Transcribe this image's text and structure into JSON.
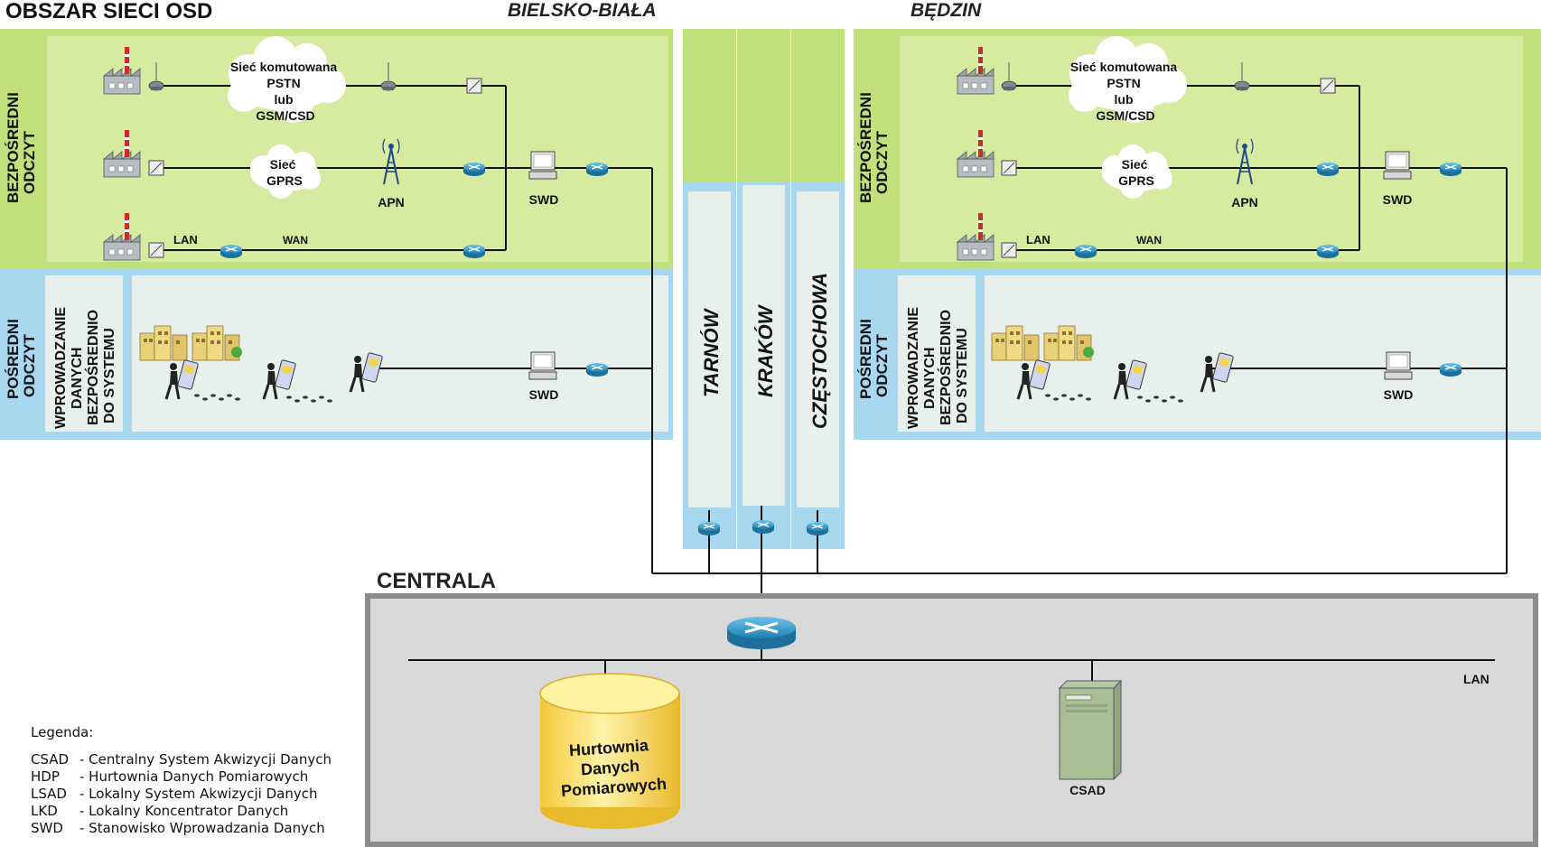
{
  "titles": {
    "main": "OBSZAR SIECI OSD",
    "left_region": "BIELSKO-BIAŁA",
    "right_region": "BĘDZIN",
    "central": "CENTRALA"
  },
  "side_labels": {
    "direct": [
      "ODCZYT",
      "BEZPOŚREDNI"
    ],
    "indirect": [
      "ODCZYT",
      "POŚREDNI"
    ],
    "manual": [
      "WPROWADZANIE",
      "DANYCH",
      "BEZPOŚREDNIO",
      "DO SYSTEMU"
    ]
  },
  "network_labels": {
    "pstn_cloud": [
      "Sieć komutowana",
      "PSTN",
      "lub",
      "GSM/CSD"
    ],
    "gprs_cloud": [
      "Sieć",
      "GPRS"
    ],
    "apn": "APN",
    "lan": "LAN",
    "wan": "WAN",
    "swd": "SWD"
  },
  "middle_regions": [
    "TARNÓW",
    "KRAKÓW",
    "CZĘSTOCHOWA"
  ],
  "central": {
    "lan": "LAN",
    "warehouse": [
      "Hurtownia",
      "Danych",
      "Pomiarowych"
    ],
    "server": "CSAD"
  },
  "legend": {
    "title": "Legenda:",
    "items": [
      {
        "abbr": "CSAD",
        "desc": "- Centralny System Akwizycji Danych"
      },
      {
        "abbr": "HDP",
        "desc": "- Hurtownia Danych Pomiarowych"
      },
      {
        "abbr": "LSAD",
        "desc": "- Lokalny System Akwizycji Danych"
      },
      {
        "abbr": "LKD",
        "desc": "- Lokalny Koncentrator Danych"
      },
      {
        "abbr": "SWD",
        "desc": "- Stanowisko Wprowadzania Danych"
      }
    ]
  },
  "colors": {
    "green_outer": "#bfe07a",
    "green_inner": "#d6eba0",
    "blue_outer": "#a8d8f0",
    "blue_inner": "#e7f0ea",
    "central_bg": "#d9d9d9",
    "router": "#2f93c6",
    "db": "#f7dd6a"
  }
}
